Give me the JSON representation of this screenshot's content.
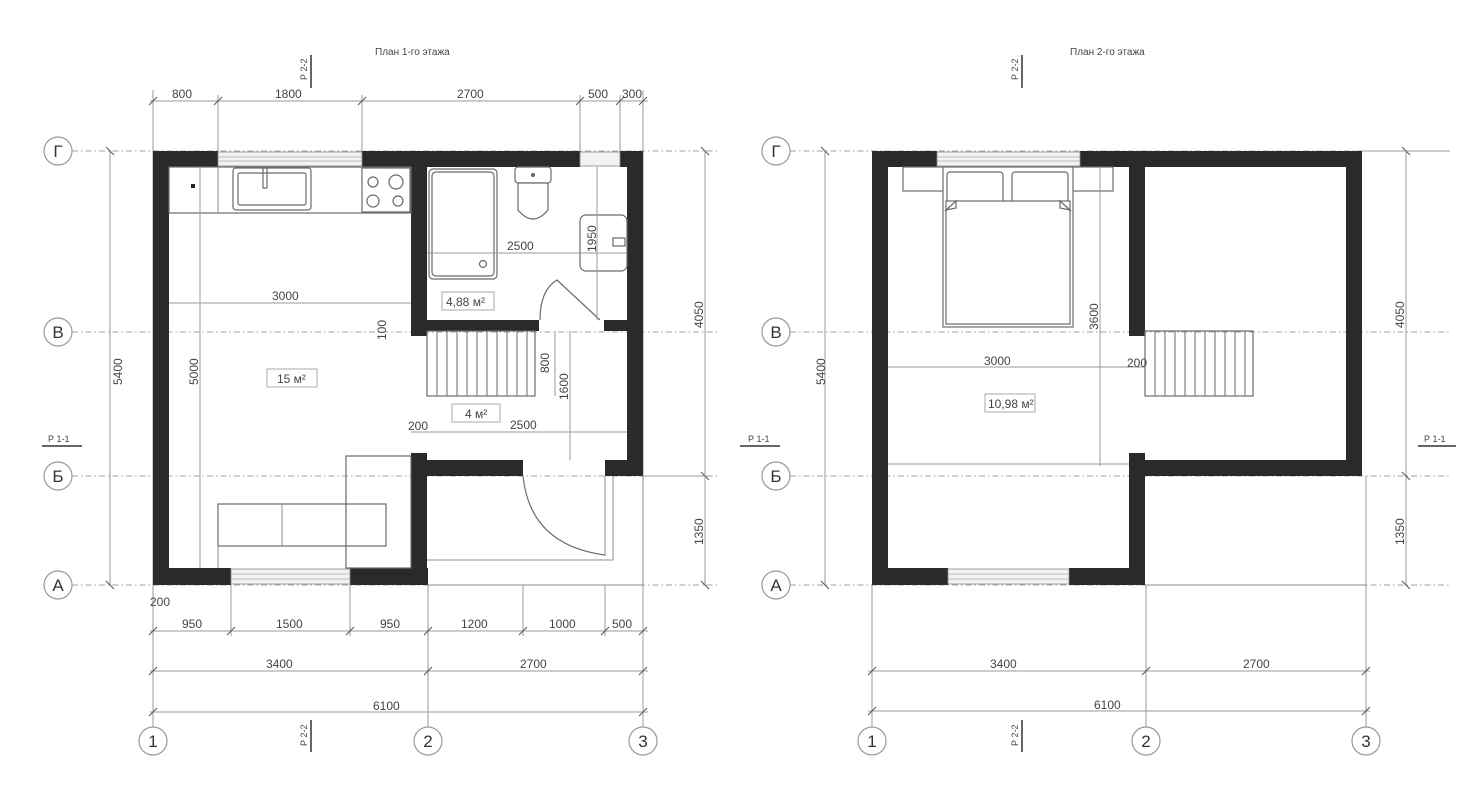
{
  "plans": [
    {
      "title": "План  1-го этажа",
      "section_top": "Р 2-2",
      "section_bottom": "Р 2-2",
      "section_side": "Р 1-1",
      "top_dims": [
        "800",
        "1800",
        "2700",
        "500",
        "300"
      ],
      "bottom_dims_row1": [
        "950",
        "1500",
        "950",
        "1200",
        "1000",
        "500"
      ],
      "bottom_dims_row2": [
        "3400",
        "2700"
      ],
      "bottom_total": "6100",
      "wall_thickness_label": "200",
      "left_total": "5400",
      "right_dims": [
        "4050",
        "1350"
      ],
      "inner_dims": {
        "kitchen_width": "3000",
        "kitchen_height": "5000",
        "bath_width": "2500",
        "bath_height": "1950",
        "wall_offset": "100",
        "stair_width": "800",
        "hall_height": "1600",
        "hall_wall": "200",
        "hall_width": "2500"
      },
      "areas": {
        "living": "15 м²",
        "bath": "4,88 м²",
        "hall": "4 м²"
      },
      "axes_rows": [
        "Г",
        "В",
        "Б",
        "А"
      ],
      "axes_cols": [
        "1",
        "2",
        "3"
      ]
    },
    {
      "title": "План  2-го этажа",
      "section_top": "Р 2-2",
      "section_bottom": "Р 2-2",
      "section_left": "Р 1-1",
      "section_right": "Р 1-1",
      "bottom_dims_row2": [
        "3400",
        "2700"
      ],
      "bottom_total": "6100",
      "left_total": "5400",
      "right_dims": [
        "4050",
        "1350"
      ],
      "inner_dims": {
        "room_width": "3000",
        "room_height": "3600",
        "wall": "200"
      },
      "areas": {
        "bedroom": "10,98 м²"
      },
      "axes_rows": [
        "Г",
        "В",
        "Б",
        "А"
      ],
      "axes_cols": [
        "1",
        "2",
        "3"
      ]
    }
  ]
}
